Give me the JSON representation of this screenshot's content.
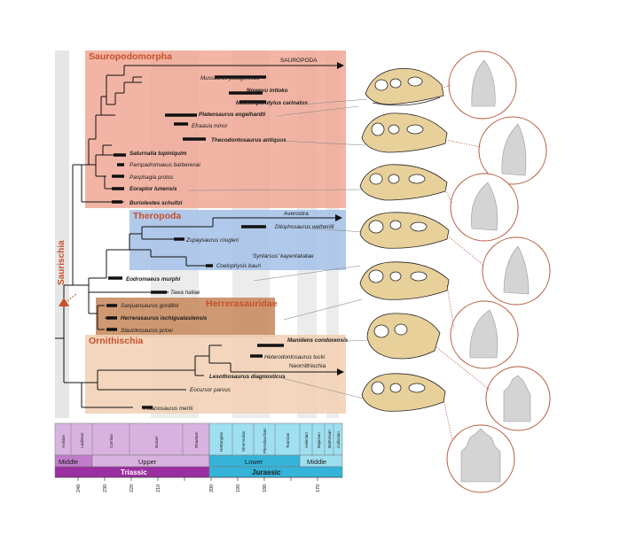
{
  "clades": {
    "sauropodomorpha": "Sauropodomorpha",
    "theropoda": "Theropoda",
    "herrerasauridae": "Herrerasauridae",
    "ornithischia": "Ornithischia",
    "saurischia": "Saurischia"
  },
  "arrow_labels": {
    "sauropoda": "SAUROPODA",
    "averostra": "Averostra",
    "neornithischia": "Neornithischia"
  },
  "taxa": {
    "mussaurus": "Mussaurus patagonicus",
    "ngwevu": "Ngwevu intloko",
    "massospondylus": "Massospondylus carinatus",
    "plateosaurus": "Plateosaurus engelhardti",
    "efraasia": "Efraasia minor",
    "thecodontosaurus": "Thecodontosaurus antiquus",
    "saturnalia": "Saturnalia tupiniquim",
    "pampadromaeus": "Pampadromaeus barberenai",
    "panphagia": "Panphagia protos",
    "eoraptor": "Eoraptor lunensis",
    "buriolestes": "Buriolestes schultzi",
    "dilophosaurus": "Dilophosaurus wetherilli",
    "zupaysaurus": "Zupaysaurus rougieri",
    "syntarsus": "'Syntarsus' kayentakatae",
    "coelophysis": "Coelophysis bauri",
    "eodromaeus": "Eodromaeus murphi",
    "tawa": "Tawa hallae",
    "sanjuansaurus": "Sanjuansaurus gordilloi",
    "herrerasaurus": "Herrerasaurus ischigualastensis",
    "staurikosaurus": "Staurikosaurus pricei",
    "manidens": "Manidens condorensis",
    "heterodontosaurus": "Heterodontosaurus tucki",
    "lesothosaurus": "Lesothosaurus diagnosticus",
    "eocursor": "Eocursor parvus",
    "pisanosaurus": "Pisanosaurus mertii"
  },
  "timescale": {
    "stages": [
      "Anisian",
      "Ladinian",
      "Carnian",
      "Norian",
      "Rhaetian",
      "Hettangian",
      "Sinemurian",
      "Pliensbachian",
      "Toarcian",
      "Aalenian",
      "Bajocian",
      "Bathonian",
      "Callovian"
    ],
    "epochs": [
      "Middle",
      "Upper",
      "Lower",
      "Middle"
    ],
    "periods": [
      "Triassic",
      "Jurassic"
    ],
    "ticks": [
      "240",
      "230",
      "220",
      "210",
      "200",
      "190",
      "180",
      "170"
    ]
  },
  "colors": {
    "sauropodomorpha": "#f0a895",
    "theropoda": "#a9c3e8",
    "herrerasauridae": "#c98d63",
    "ornithischia": "#f2d2b6",
    "clade_text": "#c8502a",
    "triassic": "#9b2ea0",
    "jurassic": "#35b3d9",
    "bone": "#e8d09a"
  }
}
